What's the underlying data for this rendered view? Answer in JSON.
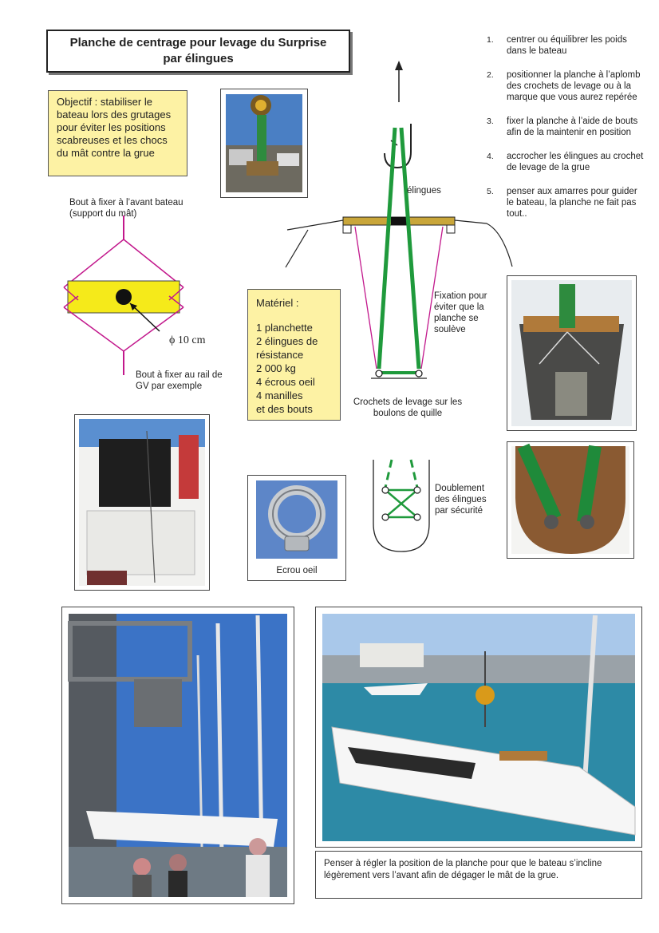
{
  "title": {
    "line1": "Planche de centrage pour levage du Surprise",
    "line2": "par élingues"
  },
  "objective": "Objectif : stabiliser le bateau lors des grutages pour éviter les positions scabreuses et les chocs du mât contre la grue",
  "steps": [
    {
      "num": "1.",
      "text": "centrer ou équilibrer les poids dans le bateau"
    },
    {
      "num": "2.",
      "text": "positionner la planche à l’aplomb des crochets de levage ou à la  marque que vous aurez repérée"
    },
    {
      "num": "3.",
      "text": "fixer la planche à l’aide de bouts afin de la maintenir en position"
    },
    {
      "num": "4.",
      "text": "accrocher les élingues au crochet de levage de la grue"
    },
    {
      "num": "5.",
      "text": "penser aux amarres pour guider le bateau, la planche ne fait pas tout.."
    }
  ],
  "labels": {
    "bow_top": "Bout à fixer à l’avant bateau (support du mât)",
    "bow_bottom": "Bout à fixer au rail de GV par exemple",
    "diameter": "ϕ 10 cm",
    "slings": "élingues",
    "fixation": "Fixation pour éviter que la planche se soulève",
    "hooks": "Crochets de levage sur les boulons de quille",
    "doubling": "Doublement des élingues par sécurité",
    "eyenut": "Ecrou oeil"
  },
  "material": {
    "title": "Matériel :",
    "items": [
      "1 planchette",
      "2 élingues de résistance",
      "2 000 kg",
      "4 écrous oeil",
      "4 manilles",
      "et des bouts"
    ]
  },
  "bottom_caption": "Penser à régler la position de la planche pour que le bateau s’incline légèrement vers l’avant afin de dégager le mât de la grue.",
  "colors": {
    "sling_green": "#1f9a3c",
    "line_magenta": "#c2188c",
    "board_yellow": "#f5ea1a",
    "note_yellow": "#fdf2a4"
  }
}
